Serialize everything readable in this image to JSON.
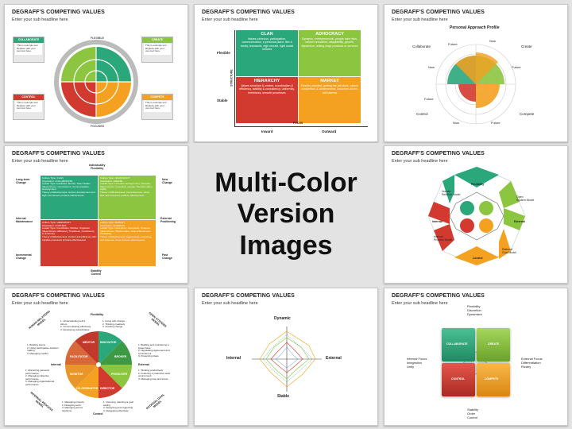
{
  "slide_title": "DEGRAFF'S COMPETING VALUES",
  "slide_subtitle": "Enter your sub headline here",
  "center": {
    "line1": "Multi-Color",
    "line2": "Version Images"
  },
  "s1": {
    "collaborate": "COLLABORATE",
    "create": "CREATE",
    "control": "CONTROL",
    "compete": "COMPETE",
    "box_text": "This is example text. Replace with your own text here.",
    "ring_top": "FLEXIBLE",
    "ring_bottom": "FOCUSED",
    "ring_left": "INTERNAL",
    "ring_right": "EXTERNAL"
  },
  "s2": {
    "flexible": "Flexible",
    "stable": "Stable",
    "structure": "STRUCTURE",
    "focus": "FOCUS",
    "inward": "Inward",
    "outward": "Outward",
    "clan_h": "CLAN",
    "clan_b": "Values cohesion, participation, communication, a personal place, like a family, teamwork, high morale, tight social network",
    "adhoc_h": "ADHOCRACY",
    "adhoc_b": "Dynamic, entrepreneurial, people take risks, values innovation, adaptability, growth, dynamism, cutting-edge products or services",
    "hier_h": "HIERARCHY",
    "hier_b": "Values structure & control, coordination & efficiency, stability & consistency, uniformity, timeliness, smooth processes",
    "market_h": "MARKET",
    "market_b": "Results oriented, getting the job done, values competition & achievement, customer-driven, self-interest"
  },
  "s3": {
    "heading": "Personal Approach Profile",
    "future": "Future",
    "now": "Now",
    "collaborate": "Collaborate",
    "create": "Create",
    "control": "Control",
    "compete": "Compete"
  },
  "s4": {
    "top_axis": "Individuality\nFlexibility",
    "bottom_axis": "Stability\nControl",
    "left_top": "Long-term\nChange",
    "left_mid": "Internal\nMaintenance",
    "left_bot": "Incremental\nChange",
    "right_top": "New\nChange",
    "right_mid": "External\nPositioning",
    "right_bot": "Fast\nChange",
    "q1": "Culture Type: CLAN\nOrientation: COLLABORATE\nLeader Type: Facilitator, Mentor, Team builder\nValue Drivers: Commitment, Communication, Development\nTheory of Effectiveness: Human development and high commitment produce effectiveness",
    "q2": "Culture Type: ADHOCRACY\nOrientation: CREATE\nLeader Type: Innovator, Entrepreneur, Visionary\nValue Drivers: Innovative outputs, Transformation, Agility\nTheory of Effectiveness: Innovativeness, vision and new resources produce effectiveness",
    "q3": "Culture Type: HIERARCHY\nOrientation: CONTROL\nLeader Type: Coordinator, Monitor, Organizer\nValue Drivers: Efficiency, Timeliness, Consistency & uniformity\nTheory of Effectiveness: Control and efficiency with capable processes produce effectiveness",
    "q4": "Culture Type: MARKET\nOrientation: COMPETE\nLeader Type: Hard-driver, Competitor, Producer\nValue Drivers: Market share, Goal achievement, Profitability\nTheory of Effectiveness: Aggressively competing and customer focus produce effectiveness"
  },
  "s5": {
    "flexibility": "Flexibility",
    "control": "Control",
    "internal": "Internal",
    "external": "External",
    "human": "Human\nRelation Model",
    "open": "Open\nSystem Model",
    "process": "Internal\nProcess Model",
    "rational": "Rational\nGoal Model",
    "top": "Human Commitment",
    "bottom": "Internal Organization",
    "left": "Innovation & Change",
    "right": "Goal Attainment"
  },
  "s6": {
    "flexibility": "Flexibility",
    "control": "Control",
    "internal": "Internal",
    "external": "External",
    "mentor": "MENTOR",
    "innovator": "INNOVATOR",
    "facilitator": "FACILITATOR",
    "broker": "BROKER",
    "monitor": "MONITOR",
    "producer": "PRODUCER",
    "coordinator": "CO-ORDINATOR",
    "director": "DIRECTOR",
    "human": "HUMAN RELATIONS MODEL",
    "open": "OPEN SYSTEMS MODEL",
    "internal_proc": "INTERNAL PROCESS MODEL",
    "rational": "RATIONAL GOAL MODEL",
    "tl_1": "1. Understanding self & others",
    "tl_2": "2. Communicating effectively",
    "tl_3": "3. Developing subordinates",
    "tr_1": "1. Living with change",
    "tr_2": "2. Thinking creatively",
    "tr_3": "3. Creating change",
    "l_1": "1. Building teams",
    "l_2": "2. Using participative decision making",
    "l_3": "3. Managing conflict",
    "r_1": "1. Building and maintaining a power base",
    "r_2": "2. Negotiating agreement and commitment",
    "r_3": "3. Presenting ideas",
    "bl_1": "1. Monitoring personal performance",
    "bl_2": "2. Managing collective performance",
    "bl_3": "3. Managing organizational performance",
    "br_1": "1. Working productively",
    "br_2": "2. Fostering a productive work environment",
    "br_3": "3. Managing time and stress",
    "b1_1": "1. Managing projects",
    "b1_2": "2. Designing work",
    "b1_3": "3. Managing across functions",
    "b2_1": "1. Visioning, planning & goal setting",
    "b2_2": "2. Designing and organizing",
    "b2_3": "3. Delegating effectively"
  },
  "s7": {
    "dynamic": "Dynamic",
    "stable": "Stable",
    "internal": "Internal",
    "external": "External"
  },
  "s8": {
    "top1": "Flexibility",
    "top2": "Discretion",
    "top3": "Dynamism",
    "left1": "Internal Focus",
    "left2": "Integration",
    "left3": "Unity",
    "right1": "External Focus",
    "right2": "Differentiation",
    "right3": "Rivalry",
    "bot1": "Stability",
    "bot2": "Order",
    "bot3": "Control",
    "collaborate": "COLLABORATE",
    "create": "CREATE",
    "control": "CONTROL",
    "compete": "COMPETE"
  },
  "colors": {
    "green": "#8cc540",
    "orange": "#f4a020",
    "red": "#d23a2f",
    "teal": "#2aa77b",
    "darkgreen": "#3c9a44"
  }
}
